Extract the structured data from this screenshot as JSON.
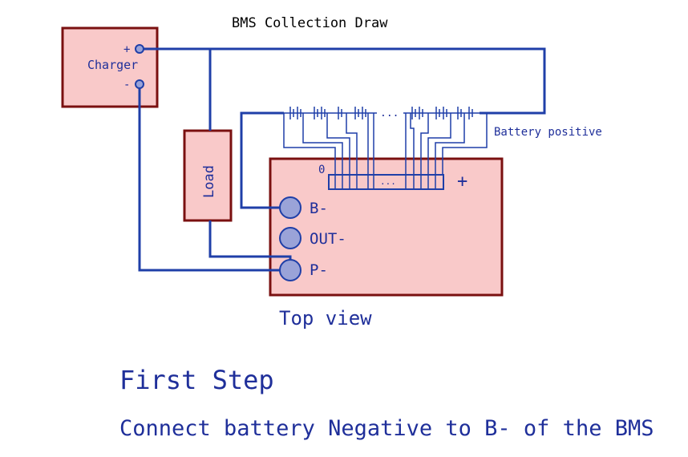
{
  "diagram": {
    "title": "BMS Collection Draw",
    "charger": {
      "label": "Charger",
      "plus": "+",
      "minus": "-"
    },
    "load": {
      "label": "Load"
    },
    "battery": {
      "label": "Battery positive",
      "ellipsis": "..."
    },
    "bms": {
      "connector_zero": "0",
      "connector_plus": "+",
      "connector_ellipsis": "...",
      "terminals": [
        "B-",
        "OUT-",
        "P-"
      ],
      "caption": "Top view"
    }
  },
  "instructions": {
    "heading": "First Step",
    "text": "Connect battery Negative to B- of the BMS"
  },
  "colors": {
    "wire": "#1f3fa8",
    "box_fill": "#f9c9c9",
    "box_border": "#7a1010",
    "terminal_fill": "#9aa3d8",
    "text": "#1f2f9a",
    "title": "#000000"
  }
}
